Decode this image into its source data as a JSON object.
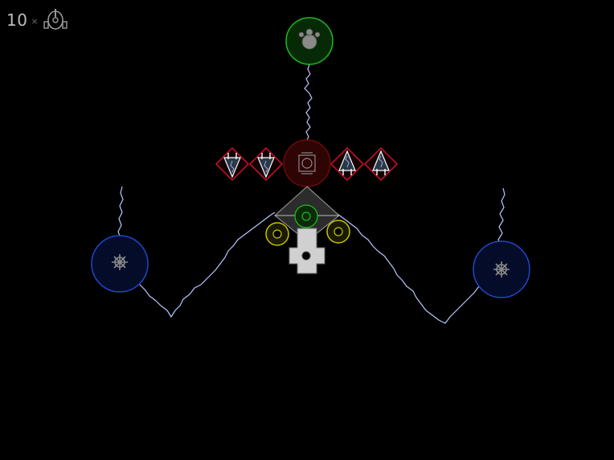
{
  "hud": {
    "lives_count": "10",
    "multiplier_symbol": "×",
    "lives_icon": "ship-icon"
  },
  "colors": {
    "background": "#000000",
    "lightning": "#b8c8ff",
    "enemy_red": "#d0102a",
    "core_red": "#6e0a0a",
    "shield_green": "#1fb81f",
    "orb_blue": "#2048c8",
    "turret_yellow": "#c8c400",
    "ship_gray": "#8a8a8a",
    "hud_text": "#bdbdbd"
  },
  "entities": [
    {
      "name": "green-shield-orb",
      "icon": "bomb-icon"
    },
    {
      "name": "left-blue-orb",
      "icon": "gear-icon"
    },
    {
      "name": "right-blue-orb",
      "icon": "gear-icon"
    },
    {
      "name": "red-core",
      "icon": "core-icon"
    },
    {
      "name": "red-diamond-enemy",
      "count": 4
    },
    {
      "name": "yellow-turret",
      "count": 2
    },
    {
      "name": "player-ship",
      "icon": "ship-icon"
    }
  ]
}
